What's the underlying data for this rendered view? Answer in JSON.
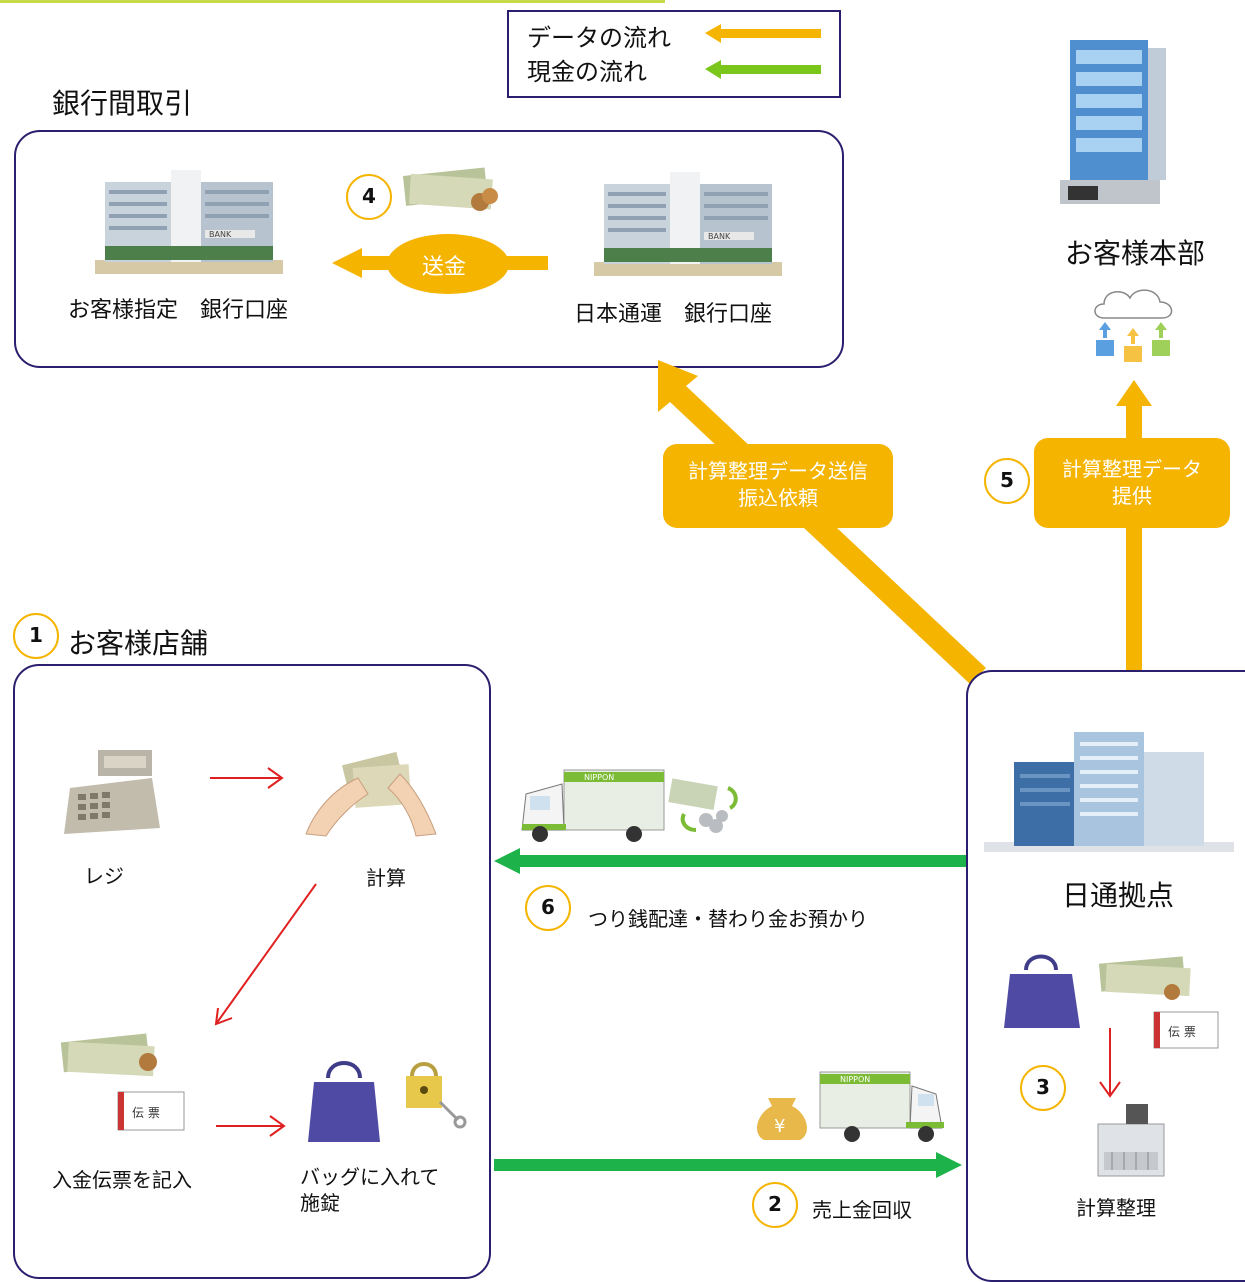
{
  "legend": {
    "data_flow": "データの流れ",
    "cash_flow": "現金の流れ"
  },
  "bank_section": {
    "title": "銀行間取引",
    "left_bank_label": "お客様指定　銀行口座",
    "right_bank_label": "日本通運　銀行口座",
    "transfer_label": "送金",
    "step_number": "4",
    "bank_sign": "BANK"
  },
  "hq": {
    "title": "お客様本部",
    "data_box": "計算整理データ\n提供",
    "step_number": "5"
  },
  "center_box": {
    "text": "計算整理データ送信\n振込依頼"
  },
  "store": {
    "title": "お客様店舗",
    "step_number": "1",
    "register_label": "レジ",
    "calc_label": "計算",
    "deposit_label": "入金伝票を記入",
    "bag_label": "バッグに入れて\n施錠",
    "slip_text": "伝 票"
  },
  "change_delivery": {
    "step_number": "6",
    "label": "つり銭配達・替わり金お預かり"
  },
  "sales_collection": {
    "step_number": "2",
    "label": "売上金回収",
    "yen_mark": "¥"
  },
  "nittsu": {
    "title": "日通拠点",
    "step_number": "3",
    "process_label": "計算整理",
    "slip_text": "伝 票",
    "truck_text": "NIPPON"
  },
  "colors": {
    "data_flow": "#f5b400",
    "cash_flow": "#1db34a",
    "panel_border": "#2a1f6e",
    "red_arrow": "#e02020"
  }
}
